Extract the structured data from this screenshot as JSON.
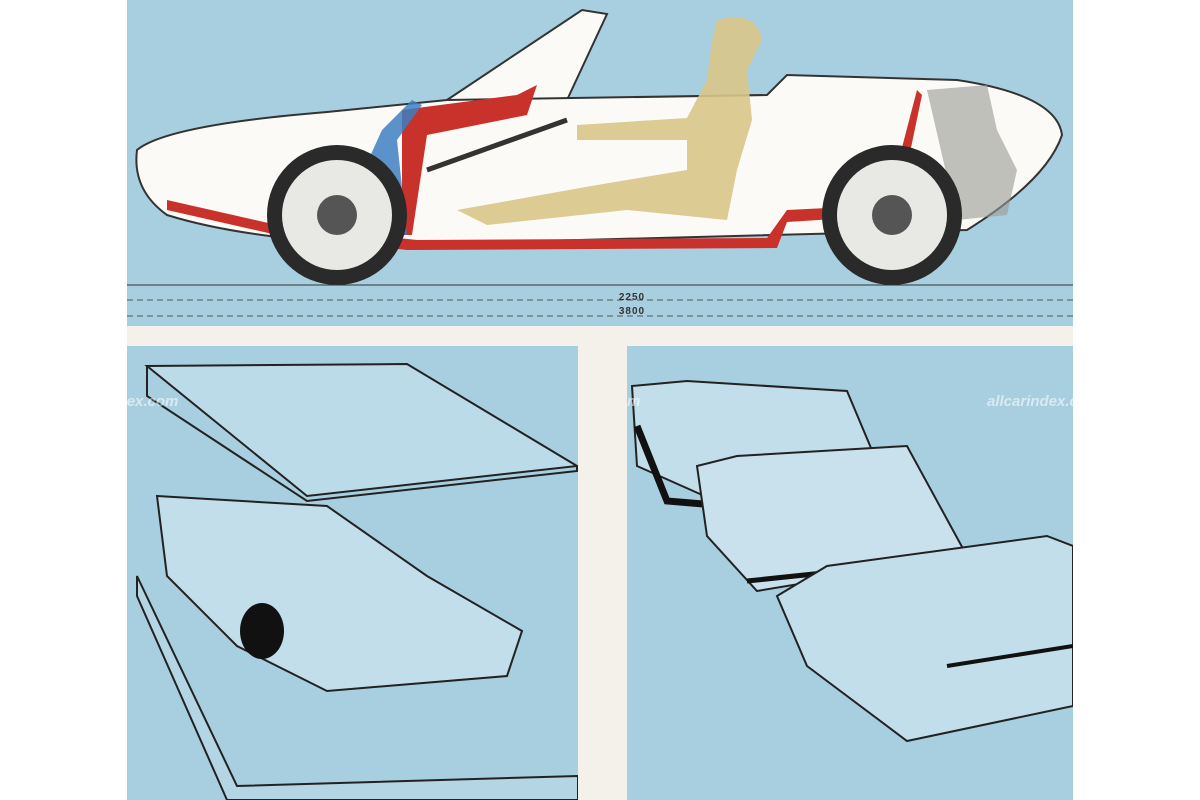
{
  "dimensions": {
    "wheelbase": "2250",
    "length": "3800"
  },
  "watermark": "allcarindex.com",
  "colors": {
    "background": "#a8cfe0",
    "chassis": "#c8322b",
    "driver": "#d9c58a",
    "cooling": "#3d7fc1",
    "body": "#fbfaf6"
  }
}
